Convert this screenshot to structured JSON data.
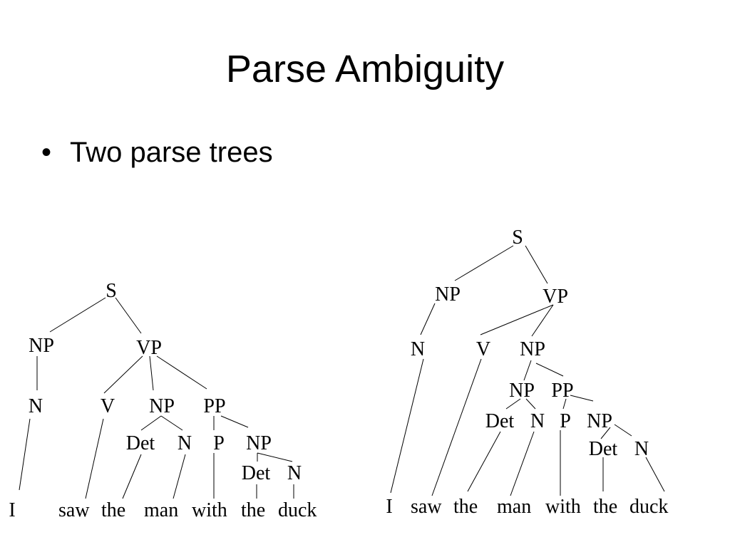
{
  "slide": {
    "title": "Parse Ambiguity",
    "bullet_char": "•",
    "bullet_text": "Two parse trees"
  },
  "tree_left": {
    "S": "S",
    "NP": "NP",
    "VP": "VP",
    "N": "N",
    "V": "V",
    "NP_obj": "NP",
    "PP": "PP",
    "Det": "Det",
    "N_obj": "N",
    "P": "P",
    "NP_pp": "NP",
    "Det_pp": "Det",
    "N_pp": "N",
    "w_I": "I",
    "w_saw": "saw",
    "w_the": "the",
    "w_man": "man",
    "w_with": "with",
    "w_the2": "the",
    "w_duck": "duck"
  },
  "tree_right": {
    "S": "S",
    "NP": "NP",
    "VP": "VP",
    "N": "N",
    "V": "V",
    "NP_obj": "NP",
    "NP_inner": "NP",
    "PP": "PP",
    "Det": "Det",
    "N_obj": "N",
    "P": "P",
    "NP_pp": "NP",
    "Det_pp": "Det",
    "N_pp": "N",
    "w_I": "I",
    "w_saw": "saw",
    "w_the": "the",
    "w_man": "man",
    "w_with": "with",
    "w_the2": "the",
    "w_duck": "duck"
  }
}
